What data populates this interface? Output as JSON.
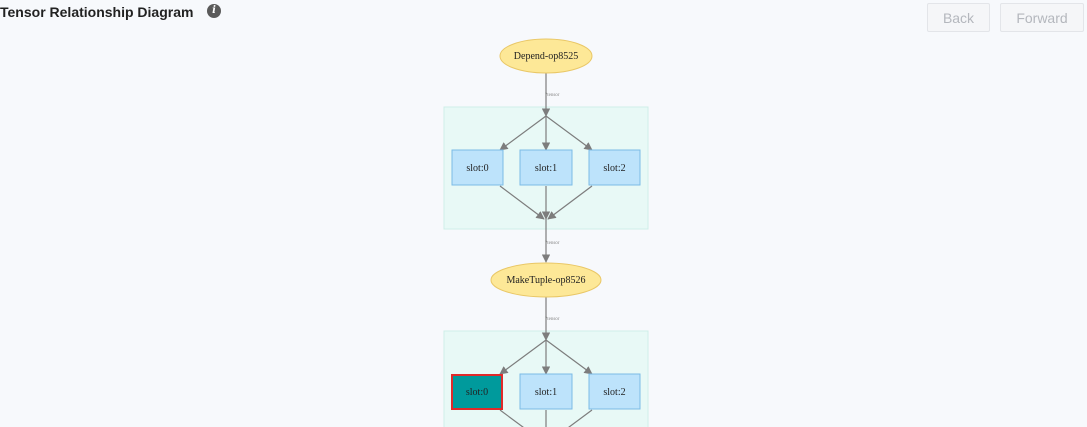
{
  "header": {
    "title": "Tensor Relationship Diagram",
    "info_icon": "info-icon",
    "back_label": "Back",
    "forward_label": "Forward"
  },
  "graph": {
    "nodes": {
      "depend": "Depend-op8525",
      "maketuple": "MakeTuple-op8526"
    },
    "edge_label": "?tensor",
    "groups": [
      {
        "slots": [
          {
            "label": "slot:0",
            "selected": false
          },
          {
            "label": "slot:1",
            "selected": false
          },
          {
            "label": "slot:2",
            "selected": false
          }
        ]
      },
      {
        "slots": [
          {
            "label": "slot:0",
            "selected": true
          },
          {
            "label": "slot:1",
            "selected": false
          },
          {
            "label": "slot:2",
            "selected": false
          }
        ]
      }
    ]
  },
  "colors": {
    "op_fill": "#fde897",
    "op_stroke": "#e9c766",
    "group_fill": "#e8f9f6",
    "group_stroke": "#cfeee9",
    "slot_fill": "#bde3fb",
    "slot_stroke": "#7bbbe6",
    "slot_selected_fill": "#009a9c",
    "slot_selected_stroke": "#e02a2a",
    "edge": "#7d7d7d"
  }
}
